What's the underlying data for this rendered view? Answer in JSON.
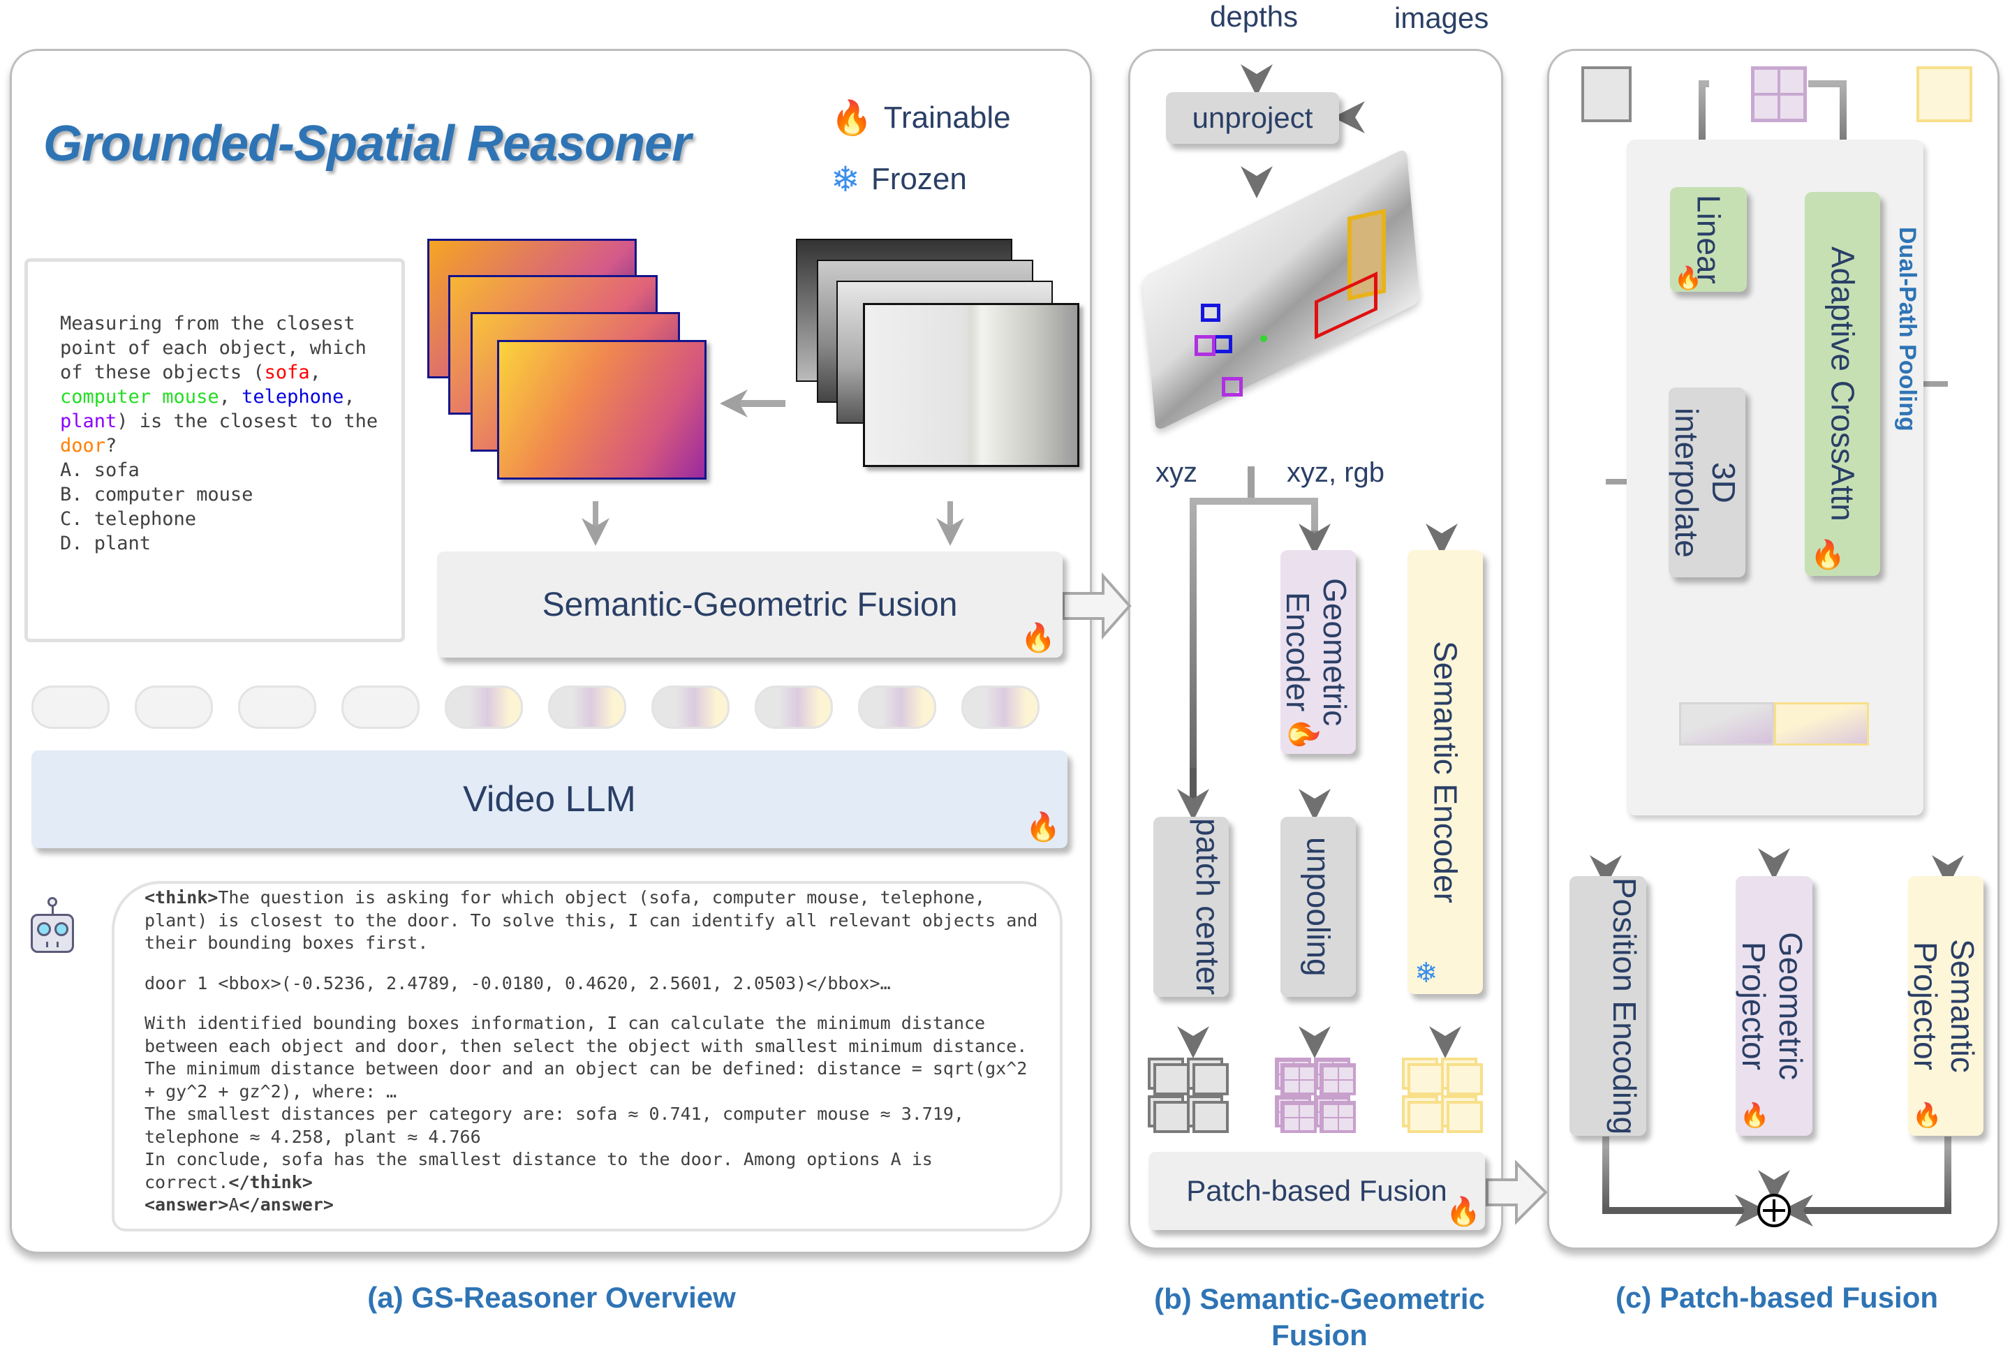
{
  "title": "Grounded-Spatial Reasoner",
  "legend": {
    "trainable": {
      "label": "Trainable",
      "icon": "flame-icon"
    },
    "frozen": {
      "label": "Frozen",
      "icon": "snowflake-icon"
    }
  },
  "question": {
    "lines": [
      [
        {
          "t": "Measuring from the closest"
        }
      ],
      [
        {
          "t": "point of each object, which"
        }
      ],
      [
        {
          "t": "of these objects ("
        },
        {
          "t": "sofa",
          "c": "red"
        },
        {
          "t": ","
        }
      ],
      [
        {
          "t": "computer mouse",
          "c": "grn"
        },
        {
          "t": ", "
        },
        {
          "t": "telephone",
          "c": "blu"
        },
        {
          "t": ","
        }
      ],
      [
        {
          "t": "plant",
          "c": "vio"
        },
        {
          "t": ") is the closest to the"
        }
      ],
      [
        {
          "t": "door",
          "c": "org"
        },
        {
          "t": "?"
        }
      ],
      [
        {
          "t": "A. sofa"
        }
      ],
      [
        {
          "t": "B. computer mouse"
        }
      ],
      [
        {
          "t": "C. telephone"
        }
      ],
      [
        {
          "t": "D. plant"
        }
      ]
    ],
    "colors": {
      "red": "#ff0000",
      "grn": "#22dd22",
      "blu": "#0000dd",
      "vio": "#8b00ff",
      "org": "#ff8000"
    }
  },
  "panel_a": {
    "fusion_label": "Semantic-Geometric Fusion",
    "llm_label": "Video LLM",
    "inputs": {
      "depth_stack": "depth maps",
      "rgb_stack": "RGB images"
    },
    "tokens": {
      "plain_count": 4,
      "fused_count": 6
    },
    "response": {
      "lines": [
        [
          {
            "t": "<think>",
            "b": true
          },
          {
            "t": "The question is asking for which object (sofa, computer mouse, telephone,"
          }
        ],
        [
          {
            "t": "plant) is closest to the door. To solve this, I can identify all relevant objects and"
          }
        ],
        [
          {
            "t": "their bounding boxes first."
          }
        ],
        [
          {
            "t": ""
          }
        ],
        [
          {
            "t": "door 1 <bbox>(-0.5236, 2.4789, -0.0180, 0.4620, 2.5601, 2.0503)</bbox>…"
          }
        ],
        [
          {
            "t": ""
          }
        ],
        [
          {
            "t": "With identified bounding boxes information, I can calculate the minimum distance"
          }
        ],
        [
          {
            "t": "between each object and door, then select the object with smallest minimum distance."
          }
        ],
        [
          {
            "t": "The minimum distance between door and an object can be defined: distance = sqrt(gx^2"
          }
        ],
        [
          {
            "t": "+ gy^2 + gz^2), where: …"
          }
        ],
        [
          {
            "t": "The smallest distances per category are: sofa ≈ 0.741, computer mouse ≈ 3.719,"
          }
        ],
        [
          {
            "t": "telephone ≈ 4.258, plant ≈ 4.766"
          }
        ],
        [
          {
            "t": "In conclude, sofa has the smallest distance to the door. Among options A is"
          }
        ],
        [
          {
            "t": "correct.",
            "b": false
          },
          {
            "t": "</think>",
            "b": true
          }
        ],
        [
          {
            "t": "<answer>",
            "b": true
          },
          {
            "t": "A"
          },
          {
            "t": "</answer>",
            "b": true
          }
        ]
      ]
    }
  },
  "panel_b": {
    "depths_label": "depths",
    "images_label": "images",
    "unproject_label": "unproject",
    "xyz_label": "xyz",
    "xyzrgb_label": "xyz, rgb",
    "geometric_encoder_label": "Geometric Encoder",
    "semantic_encoder_label": "Semantic Encoder",
    "patch_center_label": "patch center",
    "unpooling_label": "unpooling",
    "patch_fusion_label": "Patch-based Fusion"
  },
  "panel_c": {
    "dual_path_label": "Dual-Path Pooling",
    "linear_label": "Linear",
    "crossattn_label": "Adaptive CrossAttn",
    "interpolate_label": "3D interpolate",
    "position_label": "Position Encoding",
    "geo_proj_label": "Geometric Projector",
    "sem_proj_label": "Semantic Projector",
    "sum_symbol": "⊕"
  },
  "captions": {
    "a": "(a) GS-Reasoner Overview",
    "b": "(b) Semantic-Geometric Fusion",
    "c": "(c) Patch-based Fusion"
  },
  "colors": {
    "title": "#2e74b5",
    "text": "#2a3f66",
    "gray_box": "#d9d9d9",
    "purple_box": "#ebe0ee",
    "yellow_box": "#fdf6d8",
    "green_box": "#c6e0b4",
    "llm_box": "#e2ebf6"
  }
}
